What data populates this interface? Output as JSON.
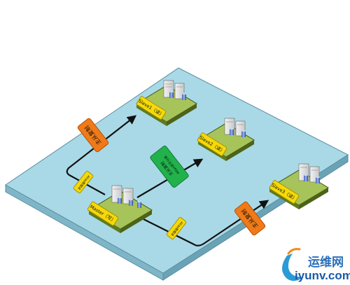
{
  "colors": {
    "platform_top": "#a9d9e6",
    "platform_side_left": "#7fb6c7",
    "platform_side_right": "#6aa3b5",
    "platform_edge": "#5b8ea0",
    "pad_top": "#a7c45a",
    "pad_side": "#5f7a1f",
    "pad_edge": "#3f5512",
    "label_yellow": "#f5d90a",
    "label_orange": "#f07a18",
    "label_green": "#22b24c",
    "arrow": "#111111"
  },
  "nodes": {
    "master": {
      "label": "Master（写）"
    },
    "slave1": {
      "label": "Slave1（读）"
    },
    "slave2": {
      "label": "Slave2（读）"
    },
    "slave3": {
      "label": "Slave3（读）"
    }
  },
  "edge_labels": {
    "replication_top": "主从复制",
    "replication_bottom": "主从复制",
    "amoeba": [
      "主从复制",
      "Atlas读写分离"
    ],
    "small_left": "Atlas数据读",
    "small_right": "Atlas数据读"
  },
  "watermark": {
    "text_cn": "运维网",
    "text_url": "iyunv.com",
    "icon": "swoosh-logo-icon"
  }
}
